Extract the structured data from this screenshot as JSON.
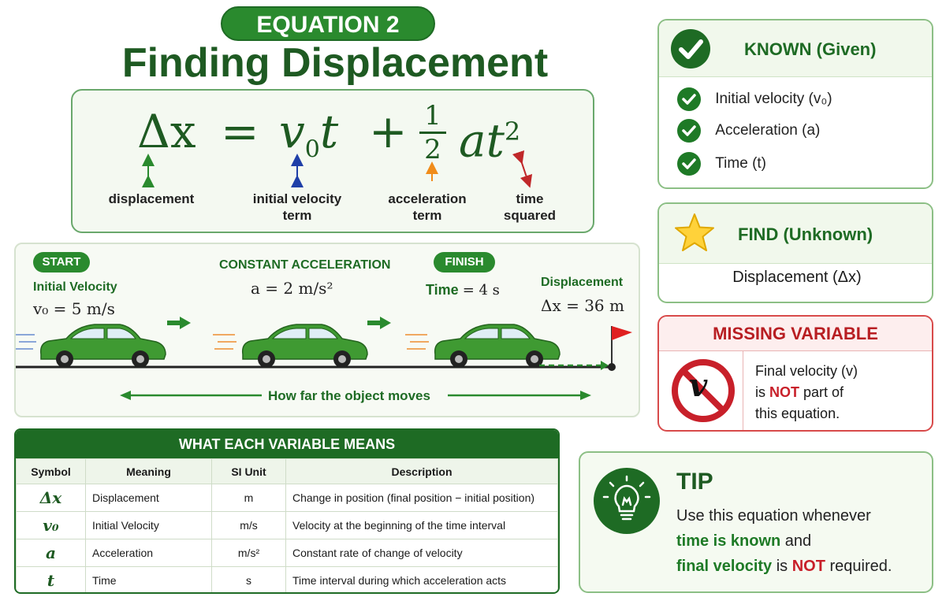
{
  "header": {
    "badge": "EQUATION 2",
    "title": "Finding Displacement"
  },
  "formula": {
    "lhs": "Δx",
    "eq": "=",
    "term1_v": "v",
    "term1_sub": "0",
    "term1_t": "t",
    "plus": "+",
    "frac_num": "1",
    "frac_den": "2",
    "term2": "at",
    "term2_sup": "2",
    "labels": {
      "displacement": "displacement",
      "initial_velocity_line1": "initial velocity",
      "initial_velocity_line2": "term",
      "acceleration_line1": "acceleration",
      "acceleration_line2": "term",
      "time_line1": "time",
      "time_line2": "squared"
    },
    "colors": {
      "displacement": "#2a8a2e",
      "initial_velocity": "#1f3fa8",
      "acceleration": "#f08c1a",
      "time": "#c0282a"
    }
  },
  "motion": {
    "start_pill": "START",
    "finish_pill": "FINISH",
    "initial_velocity_label": "Initial Velocity",
    "initial_velocity_value": "v₀ = 5 m/s",
    "constant_accel_label": "CONSTANT ACCELERATION",
    "constant_accel_value": "a = 2 m/s²",
    "time_label": "Time",
    "time_value": "= 4 s",
    "displacement_label": "Displacement",
    "displacement_value": "Δx = 36 m",
    "caption": "How far the object moves"
  },
  "variable_table": {
    "title": "WHAT EACH VARIABLE MEANS",
    "headers": [
      "Symbol",
      "Meaning",
      "SI Unit",
      "Description"
    ],
    "rows": [
      {
        "symbol": "Δx",
        "meaning": "Displacement",
        "unit": "m",
        "description": "Change in position (final position − initial position)"
      },
      {
        "symbol": "v₀",
        "meaning": "Initial Velocity",
        "unit": "m/s",
        "description": "Velocity at the beginning of the time interval"
      },
      {
        "symbol": "a",
        "meaning": "Acceleration",
        "unit": "m/s²",
        "description": "Constant rate of change of velocity"
      },
      {
        "symbol": "t",
        "meaning": "Time",
        "unit": "s",
        "description": "Time interval during which acceleration acts"
      }
    ]
  },
  "known": {
    "title": "KNOWN (Given)",
    "items": [
      "Initial velocity (v₀)",
      "Acceleration (a)",
      "Time (t)"
    ]
  },
  "find": {
    "title": "FIND (Unknown)",
    "item": "Displacement (Δx)"
  },
  "missing": {
    "title": "MISSING VARIABLE",
    "symbol": "v",
    "line1": "Final velocity (v)",
    "line2_pre": "is ",
    "line2_not": "NOT",
    "line2_post": " part of",
    "line3": "this equation."
  },
  "tip": {
    "title": "TIP",
    "line1": "Use this equation whenever",
    "line2_green": "time is known",
    "line2_rest": " and",
    "line3_green": "final velocity",
    "line3_mid": " is ",
    "line3_red": "NOT",
    "line3_rest": " required."
  },
  "icons": [
    "check-icon",
    "star-icon",
    "prohibited-icon",
    "lightbulb-icon",
    "car-icon",
    "flag-icon",
    "arrow-icon"
  ]
}
